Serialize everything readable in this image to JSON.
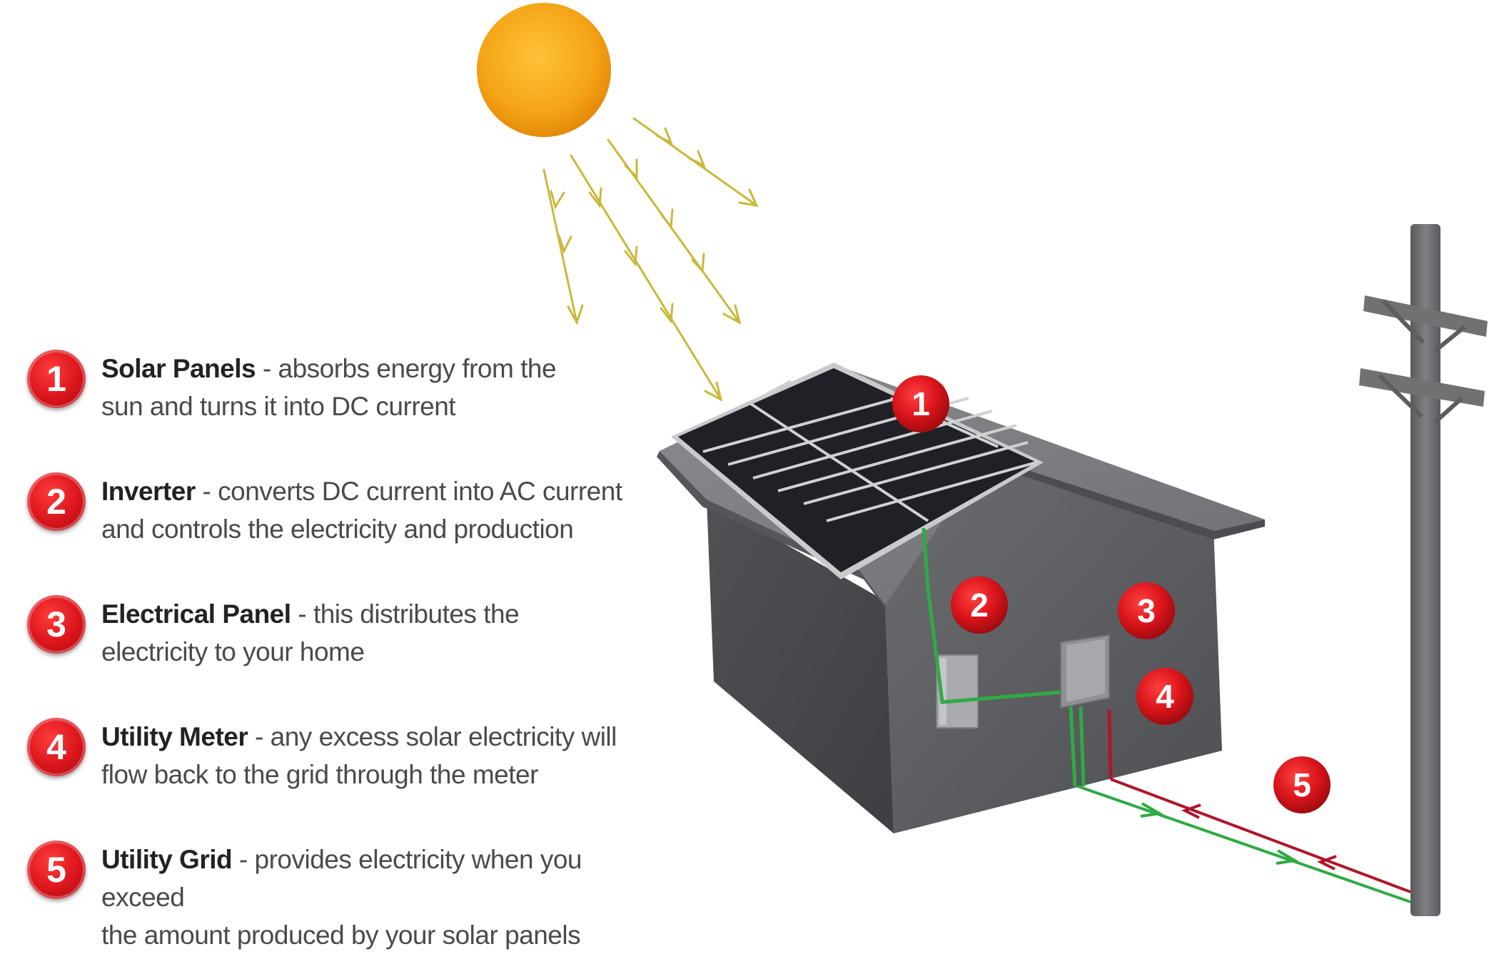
{
  "legend": [
    {
      "number": "1",
      "title": "Solar Panels",
      "separator": " - ",
      "line1": "absorbs energy from the",
      "line2": "sun and turns it into DC current"
    },
    {
      "number": "2",
      "title": "Inverter",
      "separator": " - ",
      "line1": "converts DC current into AC current",
      "line2": "and controls the electricity and production"
    },
    {
      "number": "3",
      "title": "Electrical Panel",
      "separator": " - ",
      "line1": "this distributes the",
      "line2": "electricity to your home"
    },
    {
      "number": "4",
      "title": "Utility Meter",
      "separator": " - ",
      "line1": "any excess solar electricity will",
      "line2": "flow back to the grid through the meter"
    },
    {
      "number": "5",
      "title": "Utility Grid",
      "separator": " - ",
      "line1": "provides electricity when you exceed",
      "line2": "the amount produced by your solar panels"
    }
  ],
  "callouts": [
    "1",
    "2",
    "3",
    "4",
    "5"
  ],
  "colors": {
    "badge_red": "#d9141b",
    "sun": "#f5a416",
    "ray": "#c9b83a",
    "house": "#5f6063",
    "roof": "#787a7d",
    "panel": "#1e2024",
    "wire_green": "#2faa44",
    "wire_red": "#b0152a",
    "pole": "#6b6c6e"
  }
}
